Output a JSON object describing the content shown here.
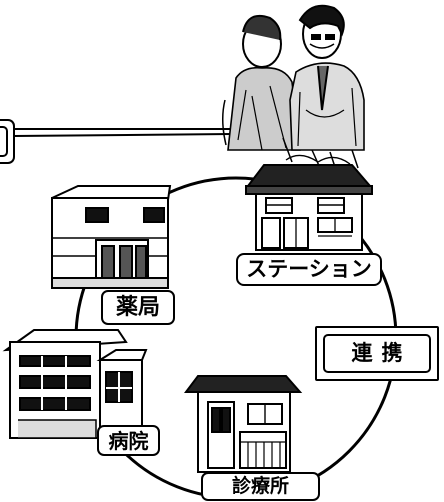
{
  "labels": {
    "station": "ステーション",
    "pharmacy": "薬局",
    "hospital": "病院",
    "clinic": "診療所",
    "link": "連携"
  },
  "icons": {
    "people": "people-illustration",
    "station_building": "station-house",
    "pharmacy_building": "pharmacy-building",
    "hospital_building": "hospital-building",
    "clinic_building": "clinic-house"
  },
  "colors": {
    "ink": "#000000",
    "paper": "#ffffff",
    "shade": "#555555"
  }
}
